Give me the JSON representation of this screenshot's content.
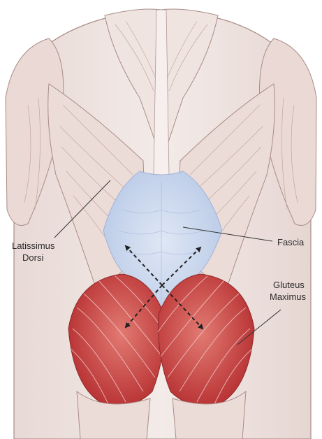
{
  "labels": {
    "latissimus_line1": "Latissimus",
    "latissimus_line2": "Dorsi",
    "fascia": "Fascia",
    "gluteus_line1": "Gluteus",
    "gluteus_line2": "Maximus"
  },
  "colors": {
    "background": "#ffffff",
    "muscle_outline": "#a98c87",
    "muscle_fill": "#efe2de",
    "fascia_fill": "#c9d6ec",
    "gluteus_fill": "#c8403f",
    "gluteus_stripe": "#f2d3cf",
    "arrow": "#222222",
    "leader_line": "#333333"
  }
}
